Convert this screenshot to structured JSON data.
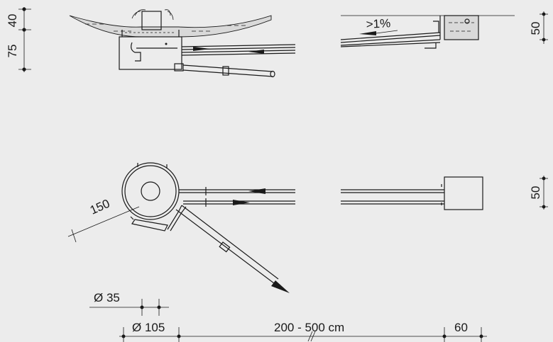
{
  "dimensions": {
    "side_height_top": "40",
    "side_height_bottom": "75",
    "right_side_height": "50",
    "right_plan_height": "50",
    "radius_label": "150",
    "dia_small": "Ø 35",
    "dia_large": "Ø 105",
    "distance": "200 - 500 cm",
    "box_width": "60",
    "slope": ">1%"
  },
  "colors": {
    "background": "#ececec",
    "lines": "#1a1a1a",
    "water": "#d9d9d9"
  }
}
